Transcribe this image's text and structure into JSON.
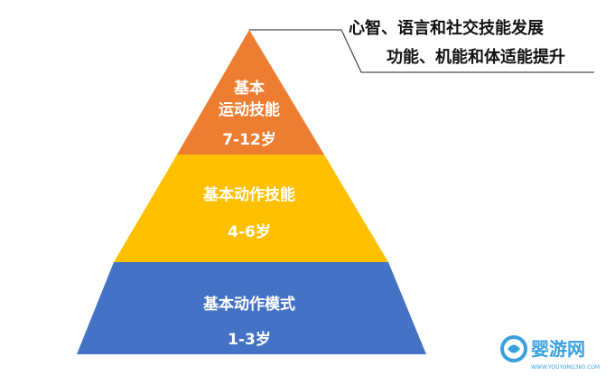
{
  "annotation": {
    "line1": "心智、语言和社交技能发展",
    "line2": "功能、机能和体适能提升"
  },
  "pyramid": {
    "top": {
      "title_line1": "基本",
      "title_line2": "运动技能",
      "age": "7-12岁",
      "color": "#ED7D31"
    },
    "middle": {
      "title": "基本动作技能",
      "age": "4-6岁",
      "color": "#FFC000"
    },
    "bottom": {
      "title": "基本动作模式",
      "age": "1-3岁",
      "color": "#4472C4"
    }
  },
  "watermark": {
    "brand": "婴游网",
    "url": "WWW.YOUYONG360.COM",
    "color": "#3aa0e0"
  }
}
